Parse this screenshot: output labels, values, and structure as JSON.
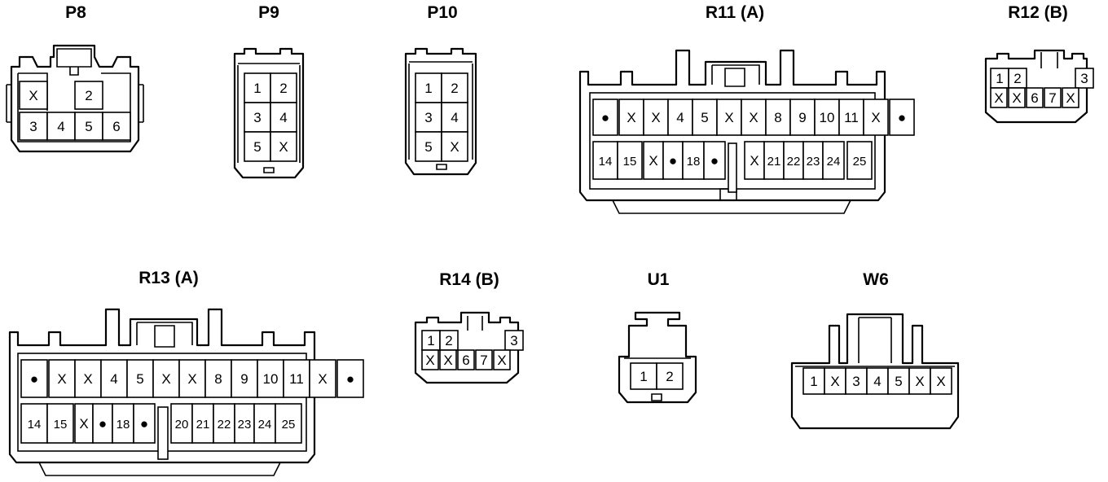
{
  "colors": {
    "line": "#000000",
    "background": "#ffffff"
  },
  "connectors": {
    "p8": {
      "title": "P8",
      "top": [
        "X",
        "",
        "2"
      ],
      "bottom": [
        "3",
        "4",
        "5",
        "6"
      ]
    },
    "p9": {
      "title": "P9",
      "rows": [
        [
          "1",
          "2"
        ],
        [
          "3",
          "4"
        ],
        [
          "5",
          "X"
        ]
      ]
    },
    "p10": {
      "title": "P10",
      "rows": [
        [
          "1",
          "2"
        ],
        [
          "3",
          "4"
        ],
        [
          "5",
          "X"
        ]
      ]
    },
    "r11": {
      "title": "R11 (A)",
      "top": [
        "●",
        "X",
        "X",
        "4",
        "5",
        "X",
        "X",
        "8",
        "9",
        "10",
        "11",
        "X",
        "●"
      ],
      "bottom": [
        "14",
        "15",
        "X",
        "●",
        "18",
        "●",
        "X",
        "21",
        "22",
        "23",
        "24",
        "25"
      ]
    },
    "r12": {
      "title": "R12 (B)",
      "top": [
        "1",
        "2",
        "3"
      ],
      "bottom": [
        "X",
        "X",
        "6",
        "7",
        "X"
      ]
    },
    "r13": {
      "title": "R13 (A)",
      "top": [
        "●",
        "X",
        "X",
        "4",
        "5",
        "X",
        "X",
        "8",
        "9",
        "10",
        "11",
        "X",
        "●"
      ],
      "bottom": [
        "14",
        "15",
        "X",
        "●",
        "18",
        "●",
        "20",
        "21",
        "22",
        "23",
        "24",
        "25"
      ]
    },
    "r14": {
      "title": "R14 (B)",
      "top": [
        "1",
        "2",
        "3"
      ],
      "bottom": [
        "X",
        "X",
        "6",
        "7",
        "X"
      ]
    },
    "u1": {
      "title": "U1",
      "pins": [
        "1",
        "2"
      ]
    },
    "w6": {
      "title": "W6",
      "pins": [
        "1",
        "X",
        "3",
        "4",
        "5",
        "X",
        "X"
      ]
    }
  }
}
